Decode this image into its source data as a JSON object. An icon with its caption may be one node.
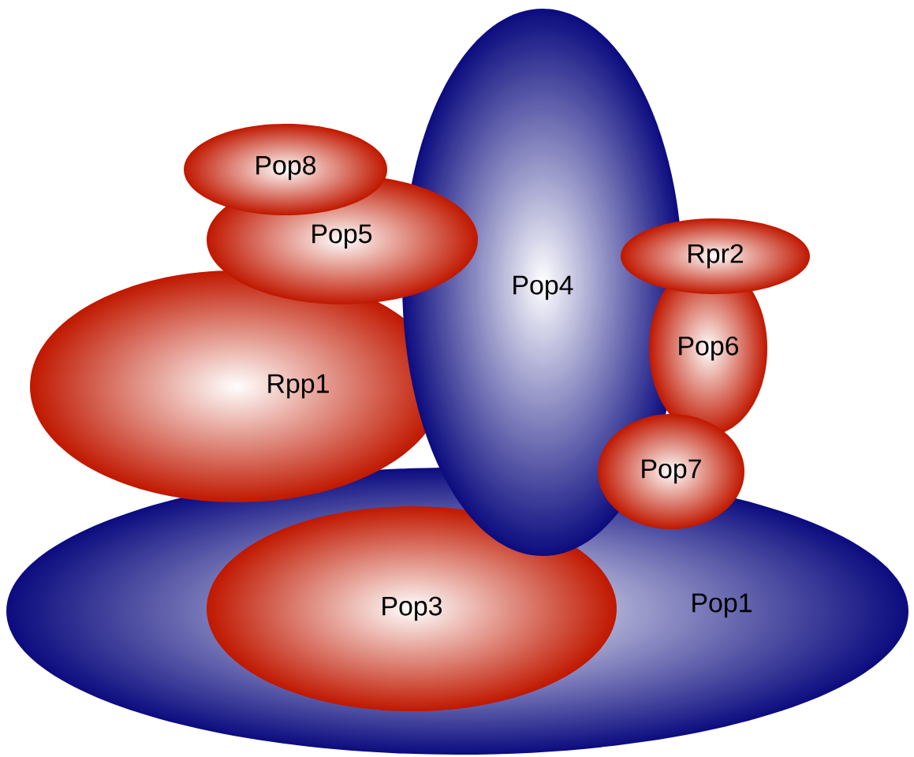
{
  "diagram": {
    "nodes": [
      {
        "text": [
          "Pop8"
        ]
      },
      {
        "text": [
          "Pop5"
        ]
      },
      {
        "text": [
          "Pop4"
        ]
      },
      {
        "text": [
          "Rpr2"
        ]
      },
      {
        "text": [
          "Pop6"
        ]
      },
      {
        "text": [
          "Rpp1"
        ]
      },
      {
        "text": [
          "Pop7"
        ]
      },
      {
        "text": [
          "Pop3"
        ]
      },
      {
        "text": [
          "Pop1"
        ]
      }
    ]
  }
}
